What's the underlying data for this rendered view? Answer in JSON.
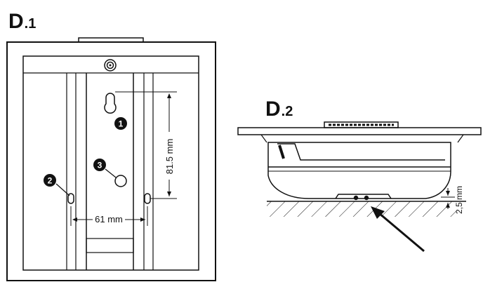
{
  "d1": {
    "label_main": "D",
    "label_sub": ".1",
    "dim_vertical": "81.5 mm",
    "dim_horizontal": "61 mm",
    "markers": [
      "1",
      "2",
      "3"
    ]
  },
  "d2": {
    "label_main": "D",
    "label_sub": ".2",
    "dim_gap": "2,5 mm"
  },
  "colors": {
    "ink": "#111111",
    "paper": "#ffffff"
  }
}
